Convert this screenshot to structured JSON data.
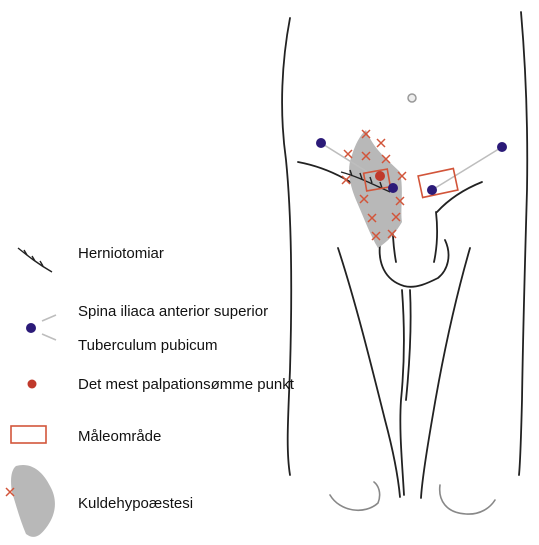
{
  "legend": {
    "herniotomy": "Herniotomiar",
    "spina": "Spina iliaca anterior superior",
    "tuberculum": "Tuberculum pubicum",
    "tender_point": "Det mest palpationsømme punkt",
    "measure_area": "Måleområde",
    "cold_hypo": "Kuldehypoæstesi"
  },
  "colors": {
    "outline": "#222222",
    "landmark_dot": "#2b1a78",
    "tender_dot": "#c0392b",
    "measure_box": "#d2553a",
    "hypo_area": "#b8b8b8",
    "hypo_marker": "#d2553a",
    "landmark_line": "#bdbdbd"
  }
}
